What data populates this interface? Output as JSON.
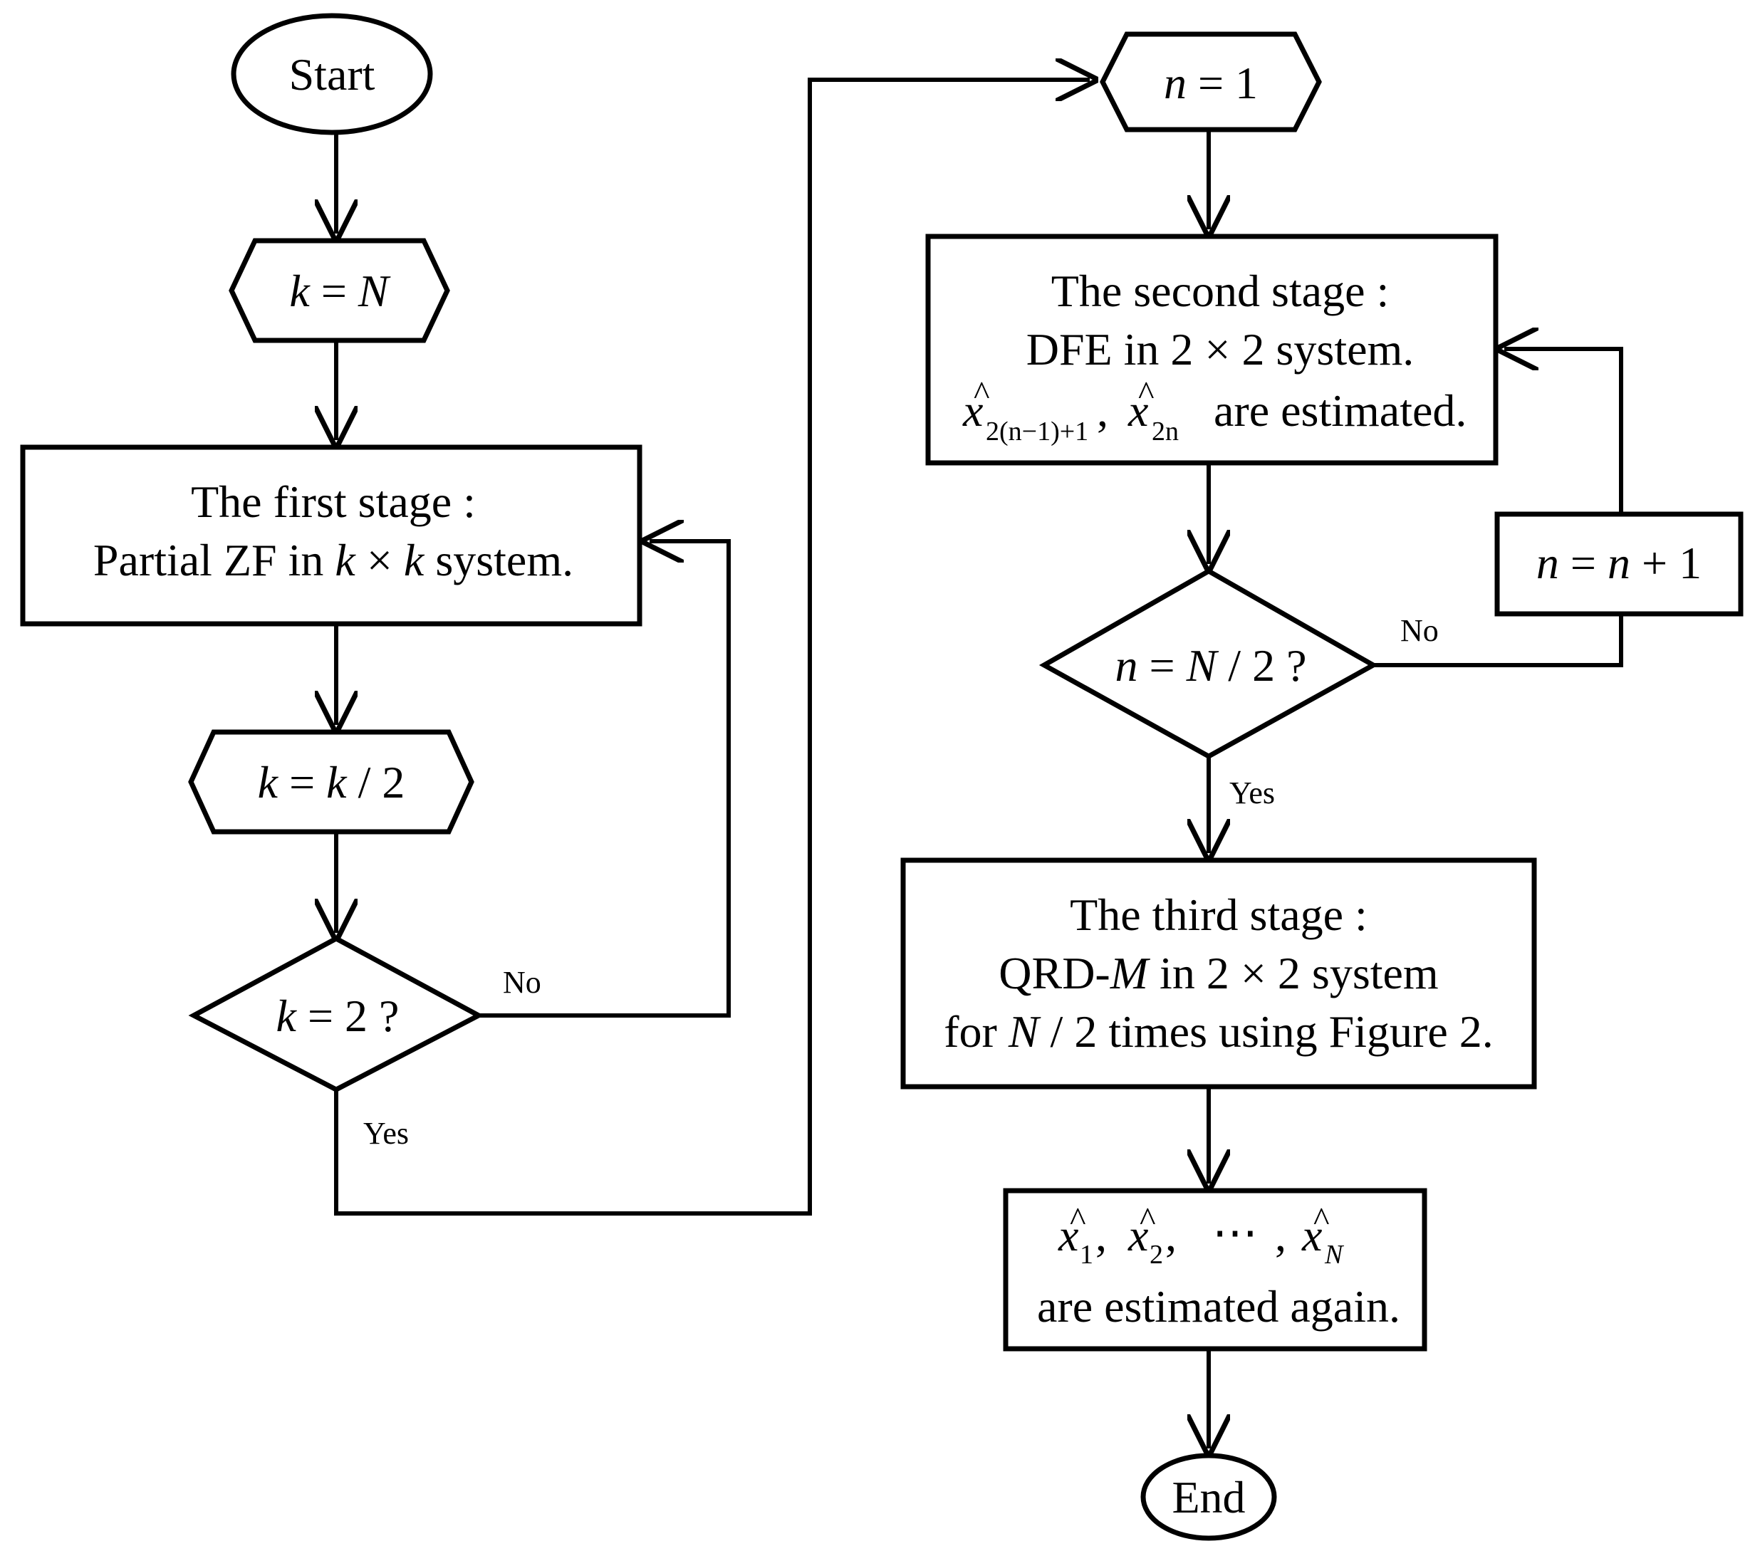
{
  "nodes": {
    "start": "Start",
    "k_init": {
      "var": "k",
      "eq": " = ",
      "rhs": "N"
    },
    "first_stage": {
      "line1": "The first stage :",
      "line2_pre": "Partial ZF in ",
      "var_a": "k",
      "times": " × ",
      "var_b": "k",
      "line2_post": " system."
    },
    "k_update": {
      "var": "k",
      "eq": " = ",
      "var2": "k",
      "rhs": " / 2"
    },
    "k_check": {
      "var": "k",
      "rest": " = 2 ?"
    },
    "n_init": {
      "var": "n",
      "rest": " = 1"
    },
    "second_stage": {
      "line1": "The second stage :",
      "line2": "DFE in  2 × 2  system.",
      "x1": "x",
      "x1_sub": "2(n−1)+1",
      "sep": ",",
      "x2": "x",
      "x2_sub": "2n",
      "line3_post": "are estimated."
    },
    "n_update": {
      "var": "n",
      "eq": " = ",
      "var2": "n",
      "rhs": " + 1"
    },
    "n_check": {
      "var": "n",
      "eq": " = ",
      "var2": "N",
      "rest": " / 2 ?"
    },
    "third_stage": {
      "line1": "The third stage :",
      "line2_pre": "QRD-",
      "var_m": "M",
      "line2_post": " in  2 × 2  system",
      "line3_pre": "for ",
      "var_n": "N",
      "line3_post": " / 2  times using Figure 2."
    },
    "estimates": {
      "x": "x",
      "sub1": "1",
      "sub2": "2",
      "dots": "⋯",
      "subN": "N",
      "line2": "are estimated again."
    },
    "end": "End"
  },
  "edge_labels": {
    "k_no": "No",
    "k_yes": "Yes",
    "n_no": "No",
    "n_yes": "Yes"
  }
}
